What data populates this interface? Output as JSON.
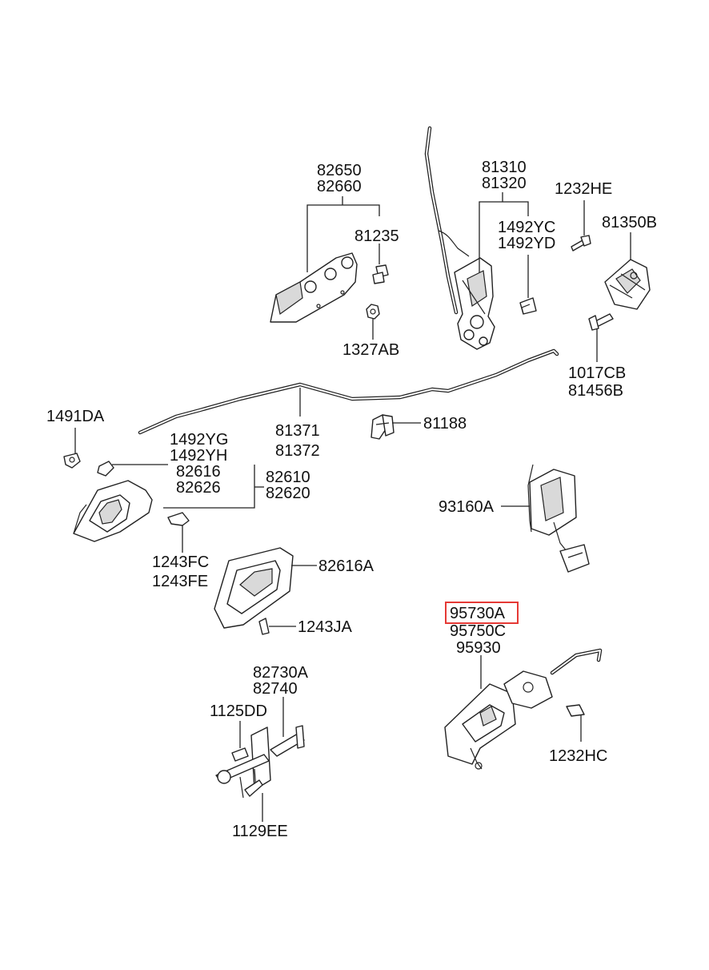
{
  "labels": {
    "l82650": "82650",
    "l82660": "82660",
    "l81235": "81235",
    "l1327AB": "1327AB",
    "l81310": "81310",
    "l81320": "81320",
    "l1492YC": "1492YC",
    "l1492YD": "1492YD",
    "l1232HE": "1232HE",
    "l81350B": "81350B",
    "l1017CB": "1017CB",
    "l81456B": "81456B",
    "l81371": "81371",
    "l81372": "81372",
    "l81188": "81188",
    "l1491DA": "1491DA",
    "l1492YG": "1492YG",
    "l1492YH": "1492YH",
    "l82616": "82616",
    "l82626": "82626",
    "l82610": "82610",
    "l82620": "82620",
    "l93160A": "93160A",
    "l1243FC": "1243FC",
    "l1243FE": "1243FE",
    "l82616A": "82616A",
    "l1243JA": "1243JA",
    "l95730A": "95730A",
    "l95750C": "95750C",
    "l95930": "95930",
    "l82730A": "82730A",
    "l82740": "82740",
    "l1125DD": "1125DD",
    "l1232HC": "1232HC",
    "l1129EE": "1129EE"
  },
  "highlight": {
    "part": "95730A",
    "color": "#e53935"
  }
}
